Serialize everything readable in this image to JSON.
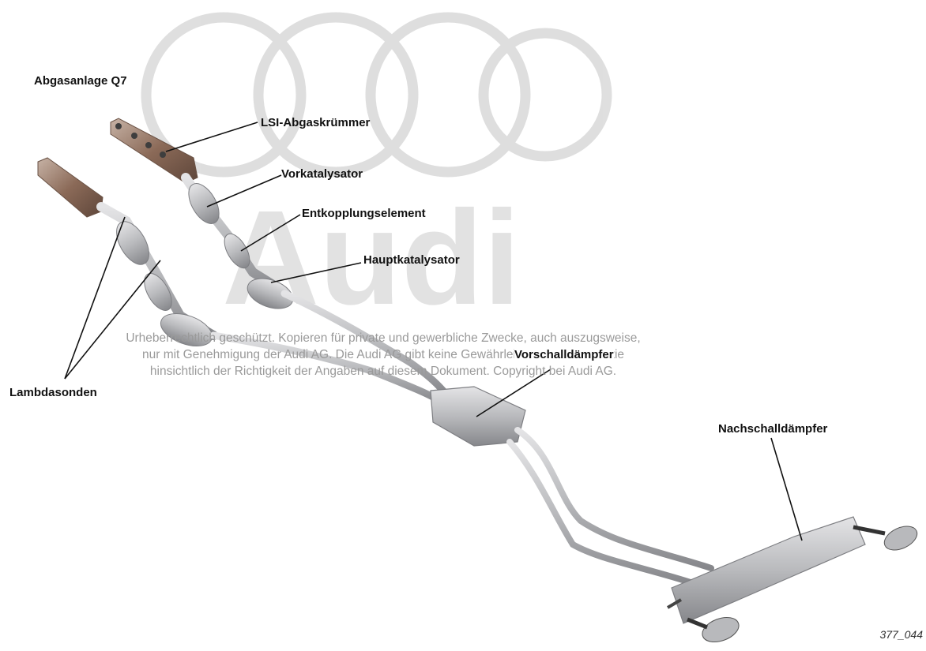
{
  "title": "Abgasanlage Q7",
  "figure_number": "377_044",
  "labels": {
    "exhaust_manifold": "LSI-Abgaskrümmer",
    "pre_catalyst": "Vorkatalysator",
    "decoupling_element": "Entkopplungselement",
    "main_catalyst": "Hauptkatalysator",
    "lambda_sensors": "Lambdasonden",
    "front_silencer": "Vorschalldämpfer",
    "rear_silencer": "Nachschalldämpfer"
  },
  "watermark": {
    "line1": "Urheberrechtlich geschützt. Kopieren für private und gewerbliche Zwecke, auch  auszugsweise,",
    "line2": "nur mit Genehmigung der Audi AG. Die Audi AG gibt keine Gewährleistung oder Garantie",
    "line3": "hinsichtlich der Richtigkeit der Angaben auf diesem Dokument. Copyright bei Audi AG.",
    "logo_text": "Audi"
  },
  "colors": {
    "pipe_metal": "#c9c9cc",
    "pipe_shadow": "#8e8f93",
    "manifold_brown": "#8b6a58",
    "watermark_gray": "#9a9a9a",
    "leader_line": "#111111"
  }
}
